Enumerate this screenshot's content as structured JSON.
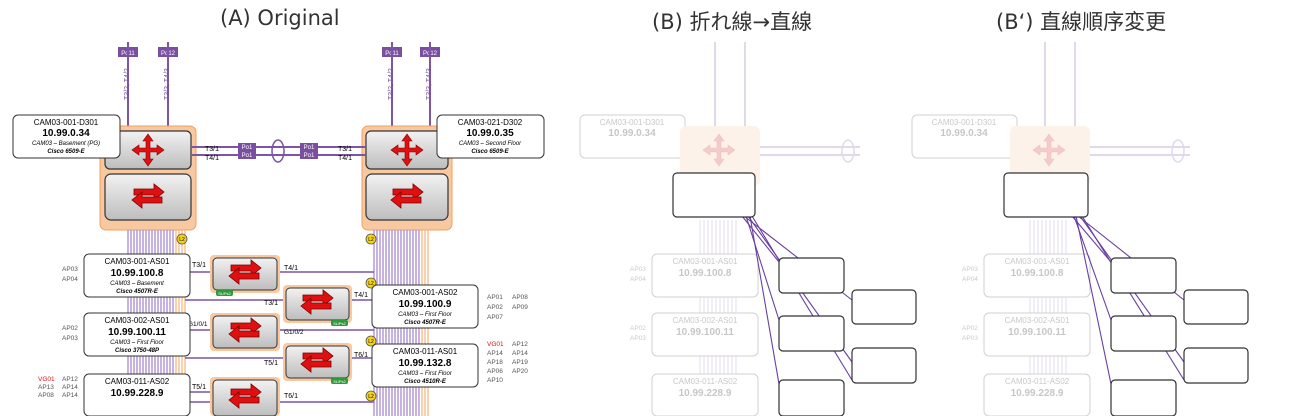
{
  "titles": {
    "a": "(A) Original",
    "b": "(B) 折れ線→直線",
    "b2": "(B‘) 直線順序変更"
  },
  "port_channels": {
    "po11": "Po11",
    "po12": "Po12",
    "po1": "Po1"
  },
  "uplink_labels": {
    "a": "T3/2, T4/2",
    "b": "T3/3, T4/3"
  },
  "core": {
    "d301": {
      "name": "CAM03-001-D301",
      "ip": "10.99.0.34",
      "desc": "CAM03 – Basement (PG)",
      "model": "Cisco 6509-E"
    },
    "d302": {
      "name": "CAM03-021-D302",
      "ip": "10.99.0.35",
      "desc": "CAM03 – Second Floor",
      "model": "Cisco 6509-E"
    }
  },
  "core_ports": {
    "t31": "T3/1",
    "t41": "T4/1"
  },
  "access": {
    "as01": {
      "name": "CAM03-001-AS01",
      "ip": "10.99.100.8",
      "desc": "CAM03 – Basement",
      "model": "Cisco 4507R-E"
    },
    "as02_first": {
      "name": "CAM03-002-AS01",
      "ip": "10.99.100.11",
      "desc": "CAM03 – First Floor",
      "model": "Cisco 3750-48P"
    },
    "as02_right": {
      "name": "CAM03-001-AS02",
      "ip": "10.99.100.9",
      "desc": "CAM03 – First Floor",
      "model": "Cisco 4507R-E"
    },
    "as11_right": {
      "name": "CAM03-011-AS01",
      "ip": "10.99.132.8",
      "desc": "CAM03 – First Floor",
      "model": "Cisco 4510R-E"
    },
    "as11_left": {
      "name": "CAM03-011-AS02",
      "ip": "10.99.228.9"
    }
  },
  "link_ports": {
    "t31": "T3/1",
    "t41": "T4/1",
    "g101": "G1/0/1",
    "g102": "G1/0/2",
    "t51": "T5/1",
    "t61": "T6/1"
  },
  "badge": "SUPs2",
  "l2": "L2",
  "ap_left_1": [
    "AP03",
    "AP04"
  ],
  "ap_left_2": [
    "AP02",
    "AP03"
  ],
  "ap_left_3": [
    "VG01",
    "AP13",
    "AP08"
  ],
  "ap_left_3b": [
    "AP12",
    "AP14",
    "AP14"
  ],
  "ap_right_1a": [
    "AP01",
    "AP02",
    "AP07"
  ],
  "ap_right_1b": [
    "AP08",
    "AP09"
  ],
  "ap_right_2a": [
    "VG01",
    "AP14",
    "AP18",
    "AP06",
    "AP10"
  ],
  "ap_right_2b": [
    "AP12",
    "AP14",
    "AP19",
    "AP20"
  ],
  "colors": {
    "purple": "#7b4fa0",
    "red": "#e01010",
    "orange": "#f6b884",
    "green": "#2e9a3a",
    "yellow": "#f2d21b",
    "line": "#7c54a8"
  }
}
